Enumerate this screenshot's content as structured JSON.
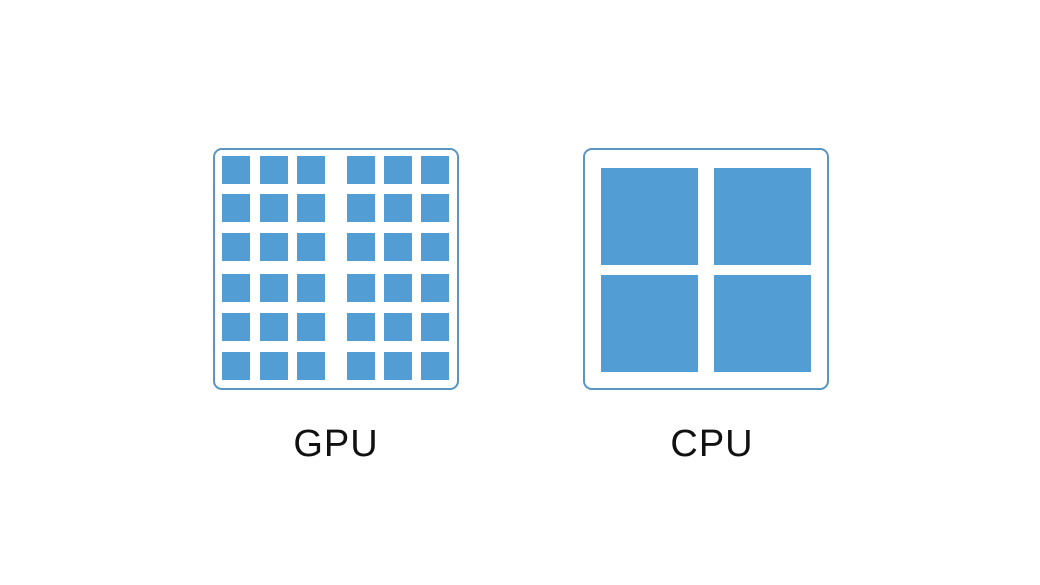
{
  "diagram": {
    "gpu": {
      "label": "GPU",
      "cores": {
        "rows": 6,
        "cols": 6
      }
    },
    "cpu": {
      "label": "CPU",
      "cores": {
        "rows": 2,
        "cols": 2
      }
    },
    "colors": {
      "core_fill": "#519dd4",
      "border": "#5b95c4",
      "text": "#111111",
      "background": "#ffffff"
    }
  }
}
